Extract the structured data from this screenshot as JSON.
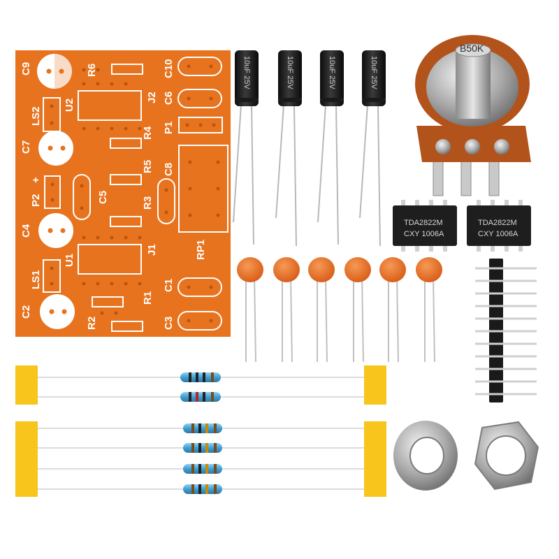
{
  "pcb": {
    "labels": {
      "c9": "C9",
      "r6": "R6",
      "c10": "C10",
      "j2": "J2",
      "c6": "C6",
      "u2": "U2",
      "ls2": "LS2",
      "p1": "P1",
      "r4": "R4",
      "c7": "C7",
      "r5": "R5",
      "c8": "C8",
      "p2": "P2",
      "plus": "+",
      "c5": "C5",
      "r3": "R3",
      "c4": "C4",
      "rp1": "RP1",
      "j1": "J1",
      "u1": "U1",
      "ls1": "LS1",
      "c1": "C1",
      "r1": "R1",
      "c2": "C2",
      "r2": "R2",
      "c3": "C3"
    }
  },
  "electrolytic_caps": {
    "count": 4,
    "marking": "10uF 25V"
  },
  "potentiometer": {
    "label": "B50K"
  },
  "ic_chips": [
    {
      "line1": "TDA2822M",
      "line2": "CXY 1006A"
    },
    {
      "line1": "TDA2822M",
      "line2": "CXY 1006A"
    }
  ],
  "ceramic_caps": {
    "count": 6
  },
  "pin_header": {
    "pins": 11
  },
  "resistors": {
    "count": 6
  },
  "hardware": [
    "washer",
    "hex-nut"
  ],
  "colors": {
    "pcb_orange": "#e8731e",
    "pcb_silk": "#ffffff",
    "ceramic_orange": "#e86a22",
    "resistor_blue": "#4aa6d8",
    "tape_yellow": "#f7c51c",
    "pot_brown": "#b3531c",
    "ic_black": "#1e1e1e"
  }
}
